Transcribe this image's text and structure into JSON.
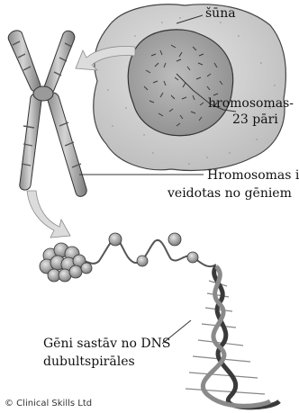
{
  "labels": {
    "cell": "šūna",
    "chromosome_pairs_line1": "hromosomas-",
    "chromosome_pairs_line2": "23 pāri",
    "chromosome_genes_line1": "Hromosomas ir",
    "chromosome_genes_line2": "veidotas no gēniem",
    "dna_line1": "Gēni sastāv no DNS",
    "dna_line2": "dubultspirāles"
  },
  "credit": "© Clinical Skills Ltd",
  "colors": {
    "cell": "#c9c9c9",
    "nucleus": "#a7a7a7",
    "chromosome": "#b5b5b5",
    "arrow": "#d8d8d8",
    "outline": "#333333"
  }
}
